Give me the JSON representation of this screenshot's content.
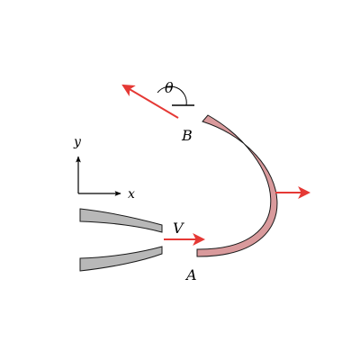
{
  "diagram": {
    "labels": {
      "theta": "θ",
      "point_b": "B",
      "point_a": "A",
      "velocity": "V",
      "axis_y": "y",
      "axis_x": "x"
    },
    "colors": {
      "vane_fill": "#d99a9c",
      "vane_stroke": "#1a1a1a",
      "nozzle_fill": "#b8b8b8",
      "arrow": "#e53935",
      "axes": "#000000"
    },
    "icons": {
      "vane": "curved-vane",
      "nozzle": "nozzle-walls",
      "arrows": [
        "outlet-jet-arrow",
        "inlet-jet-arrow",
        "force-arrow"
      ]
    }
  }
}
